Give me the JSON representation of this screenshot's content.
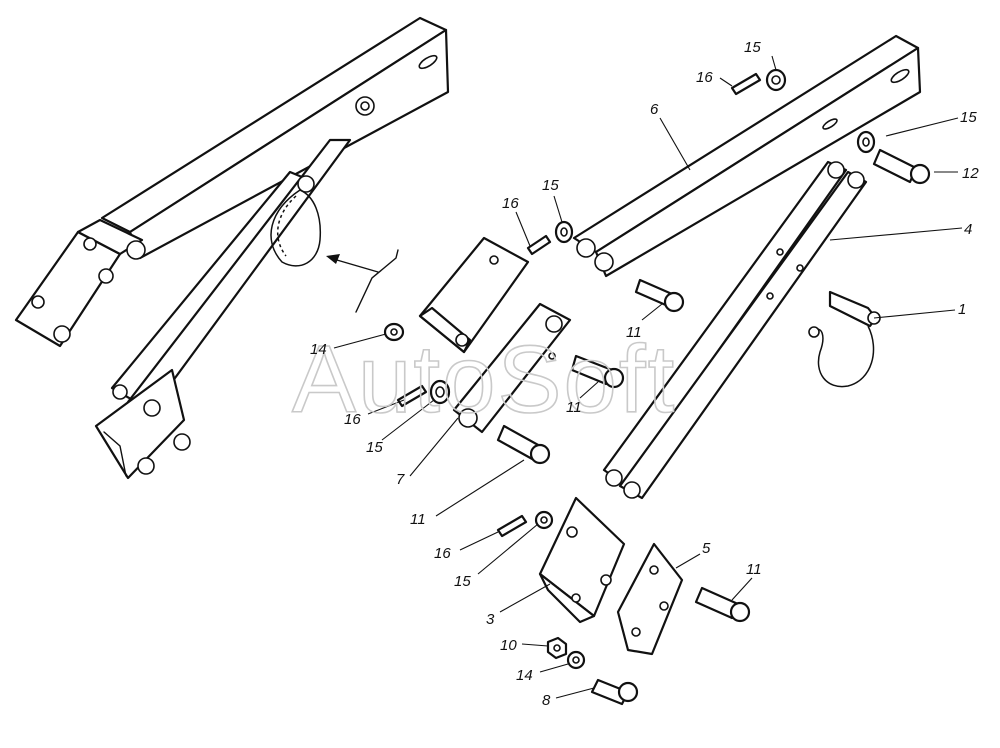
{
  "watermark": "AutoSoft",
  "callouts": {
    "c1": "1",
    "c3": "3",
    "c4": "4",
    "c5": "5",
    "c6": "6",
    "c7": "7",
    "c8": "8",
    "c10": "10",
    "c11a": "11",
    "c11b": "11",
    "c11c": "11",
    "c11d": "11",
    "c12": "12",
    "c14a": "14",
    "c14b": "14",
    "c15a": "15",
    "c15b": "15",
    "c15c": "15",
    "c15d": "15",
    "c15e": "15",
    "c16a": "16",
    "c16b": "16",
    "c16c": "16",
    "c16d": "16"
  }
}
